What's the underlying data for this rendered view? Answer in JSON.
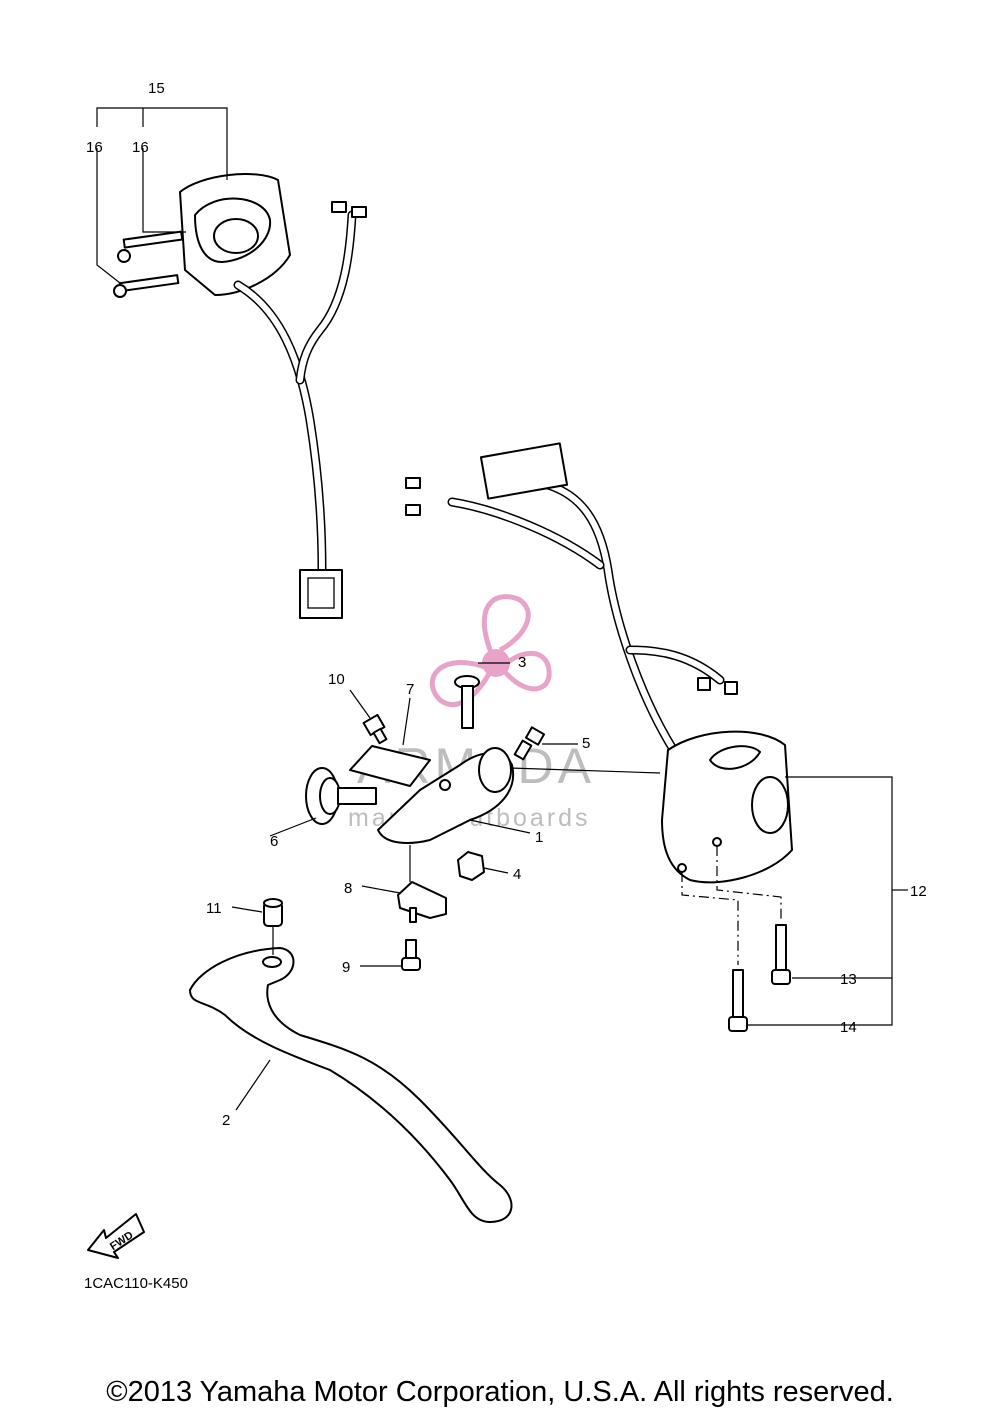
{
  "diagram": {
    "callouts": {
      "c1": "1",
      "c2": "2",
      "c3": "3",
      "c4": "4",
      "c5": "5",
      "c6": "6",
      "c7": "7",
      "c8": "8",
      "c9": "9",
      "c10": "10",
      "c11": "11",
      "c12": "12",
      "c13": "13",
      "c14": "14",
      "c15": "15",
      "c16a": "16",
      "c16b": "16"
    },
    "fwd_label": "FWD",
    "ref_code": "1CAC110-K450"
  },
  "watermark": {
    "brand": "ARMADA",
    "tagline": "marine outboards",
    "logo_icon": "propeller-logo-icon",
    "logo_color": "#e8a3c8"
  },
  "footer": {
    "copyright": "©2013 Yamaha Motor Corporation, U.S.A. All rights reserved."
  }
}
